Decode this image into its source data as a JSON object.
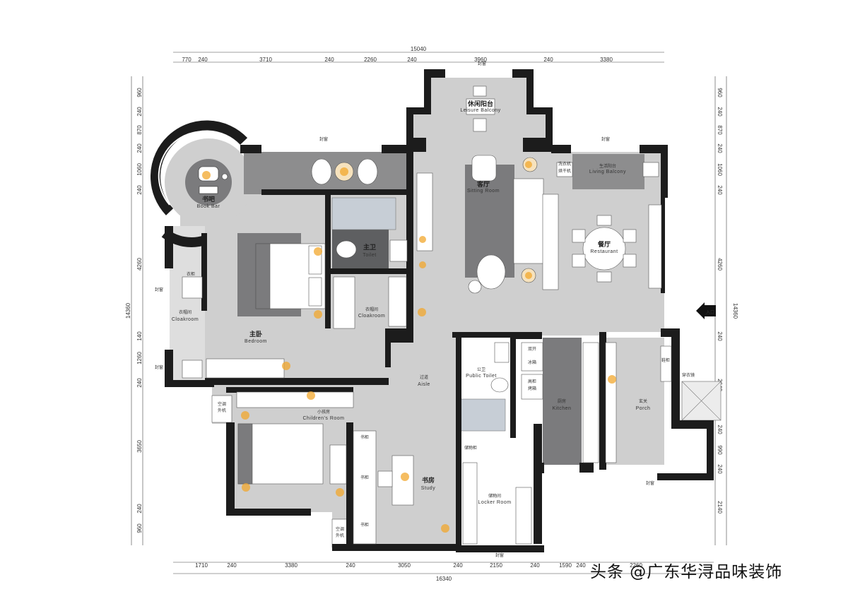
{
  "dimensions": {
    "top_total": "15040",
    "top_segments": [
      "770",
      "240",
      "3710",
      "240",
      "2260",
      "240",
      "3960",
      "240",
      "3380"
    ],
    "bottom_total": "16340",
    "bottom_segments": [
      "1710",
      "240",
      "3380",
      "240",
      "3050",
      "240",
      "2150",
      "240",
      "1590",
      "240",
      "2260"
    ],
    "left_total": "14360",
    "left_segments": [
      "960",
      "240",
      "870",
      "240",
      "1060",
      "240",
      "4260",
      "140",
      "1260",
      "240",
      "3650",
      "240",
      "960"
    ],
    "right_total": "14360",
    "right_segments": [
      "960",
      "240",
      "870",
      "240",
      "1060",
      "240",
      "4260",
      "240",
      "2640",
      "240",
      "990",
      "240",
      "2140"
    ]
  },
  "rooms": {
    "leisure_balcony": {
      "zh": "休闲阳台",
      "en": "Leisure Balcony"
    },
    "book_bar": {
      "zh": "书吧",
      "en": "Book Bar"
    },
    "sitting_room": {
      "zh": "客厅",
      "en": "Sitting Room"
    },
    "living_balcony": {
      "zh": "生活阳台",
      "en": "Living Balcony"
    },
    "restaurant": {
      "zh": "餐厅",
      "en": "Restaurant"
    },
    "toilet": {
      "zh": "主卫",
      "en": "Toilet"
    },
    "master_bedroom": {
      "zh": "主卧",
      "en": "Bedroom"
    },
    "cloakroom_master": {
      "zh": "衣帽间",
      "en": "Cloakroom"
    },
    "cloakroom_west": {
      "zh": "衣帽间",
      "en": "Cloakroom"
    },
    "aisle": {
      "zh": "过道",
      "en": "Aisle"
    },
    "public_toilet": {
      "zh": "公卫",
      "en": "Public Toilet"
    },
    "kitchen": {
      "zh": "厨房",
      "en": "Kitchen"
    },
    "porch": {
      "zh": "玄关",
      "en": "Porch"
    },
    "childrens_room": {
      "zh": "小孩房",
      "en": "Children's Room"
    },
    "study": {
      "zh": "书房",
      "en": "Study"
    },
    "locker_room": {
      "zh": "储物间",
      "en": "Locker Room"
    }
  },
  "labels": {
    "sealed_window": "封窗",
    "appliance_fridge_pair": "双开",
    "appliance_fridge": "冰箱",
    "appliance_tall": "高柜",
    "appliance_oven": "烤箱",
    "ac_unit_1": "空调",
    "ac_unit_2": "外机",
    "shoe_cabinet": "鞋柜",
    "wardrobe": "衣柜",
    "book_cabinet": "书柜",
    "entrance": "入口",
    "storage_cabinet": "储物柜",
    "dress_mirror": "穿衣镜",
    "laundry": "洗衣机",
    "dryer": "烘干机"
  },
  "watermark": "头条 @广东华浔品味装饰"
}
